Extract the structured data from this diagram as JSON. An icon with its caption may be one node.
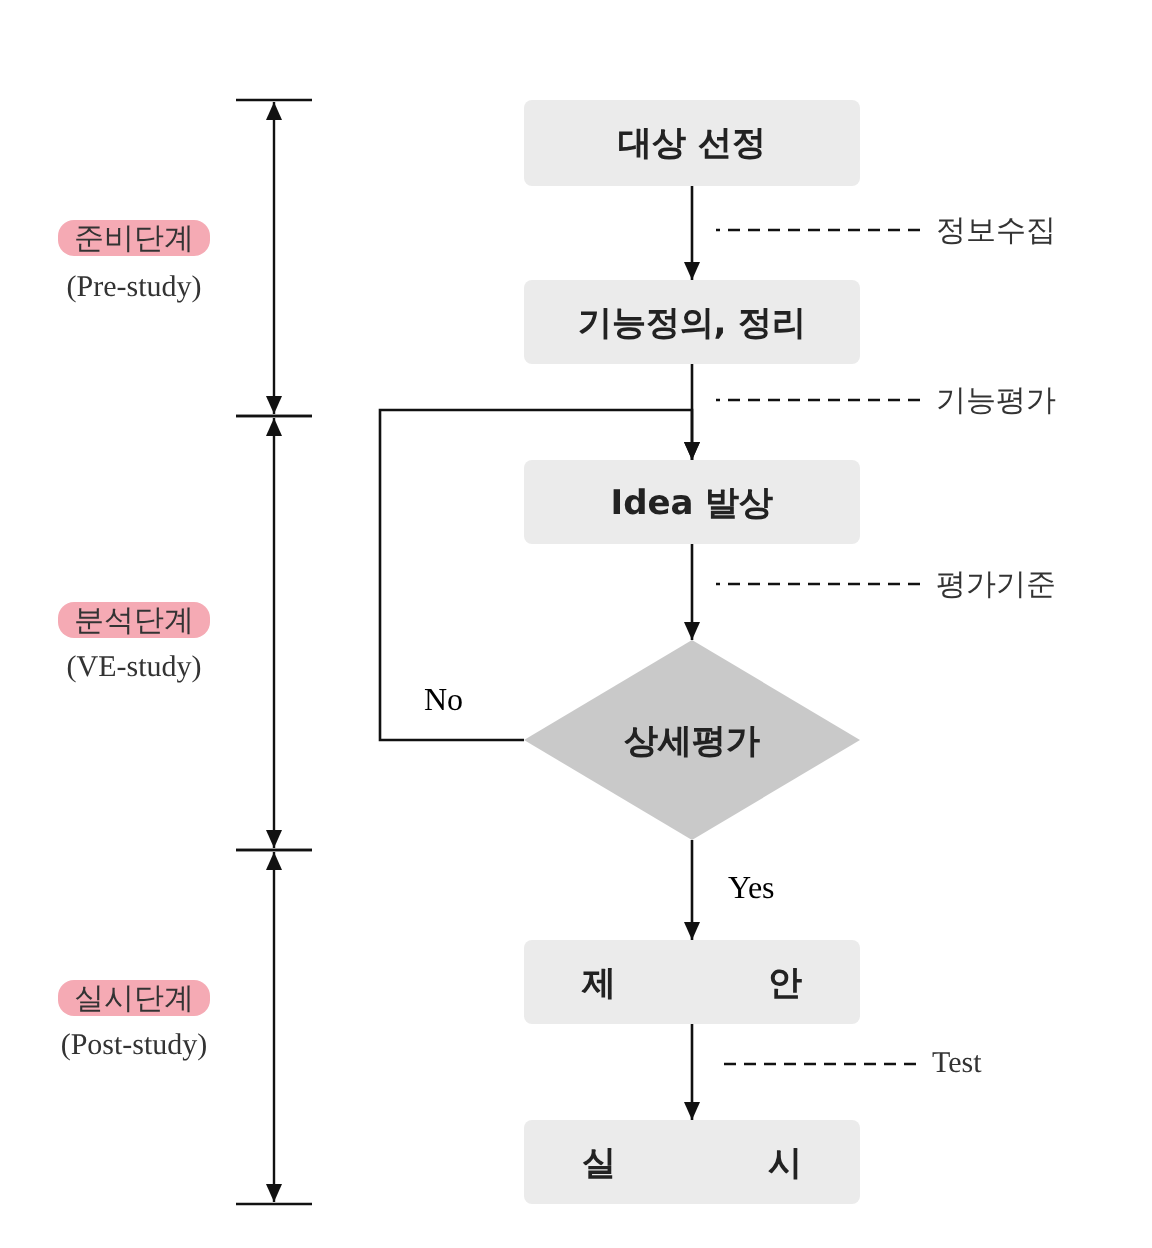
{
  "diagram": {
    "nodes": [
      {
        "text": [
          "대상 선정"
        ]
      },
      {
        "text": [
          "기능정의, 정리"
        ]
      },
      {
        "text": [
          "Idea 발상"
        ]
      },
      {
        "text": [
          "상세평가"
        ]
      },
      {
        "text": [
          "제 안"
        ]
      },
      {
        "text": [
          "실 시"
        ]
      },
      {
        "text": [
          "정보수집"
        ]
      },
      {
        "text": [
          "기능평가"
        ]
      },
      {
        "text": [
          "평가기준"
        ]
      },
      {
        "text": [
          "Test"
        ]
      }
    ],
    "edges": [
      {
        "from": 0,
        "to": 1,
        "arrow": "to"
      },
      {
        "from": 1,
        "to": 2,
        "arrow": "to"
      },
      {
        "from": 2,
        "to": 3,
        "arrow": "to"
      },
      {
        "from": 3,
        "to": 4,
        "arrow": "to",
        "label": "Yes"
      },
      {
        "from": 4,
        "to": 5,
        "arrow": "to"
      },
      {
        "from": 3,
        "to": 2,
        "arrow": "to",
        "label": "No"
      },
      {
        "from": 6,
        "to": null,
        "arrow": "none",
        "style": "dashed"
      },
      {
        "from": 7,
        "to": null,
        "arrow": "none",
        "style": "dashed"
      },
      {
        "from": 8,
        "to": null,
        "arrow": "none",
        "style": "dashed"
      },
      {
        "from": 9,
        "to": null,
        "arrow": "none",
        "style": "dashed"
      }
    ],
    "labels": [
      "준비단계",
      "(Pre-study)",
      "분석단계",
      "(VE-study)",
      "실시단계",
      "(Post-study)"
    ]
  }
}
